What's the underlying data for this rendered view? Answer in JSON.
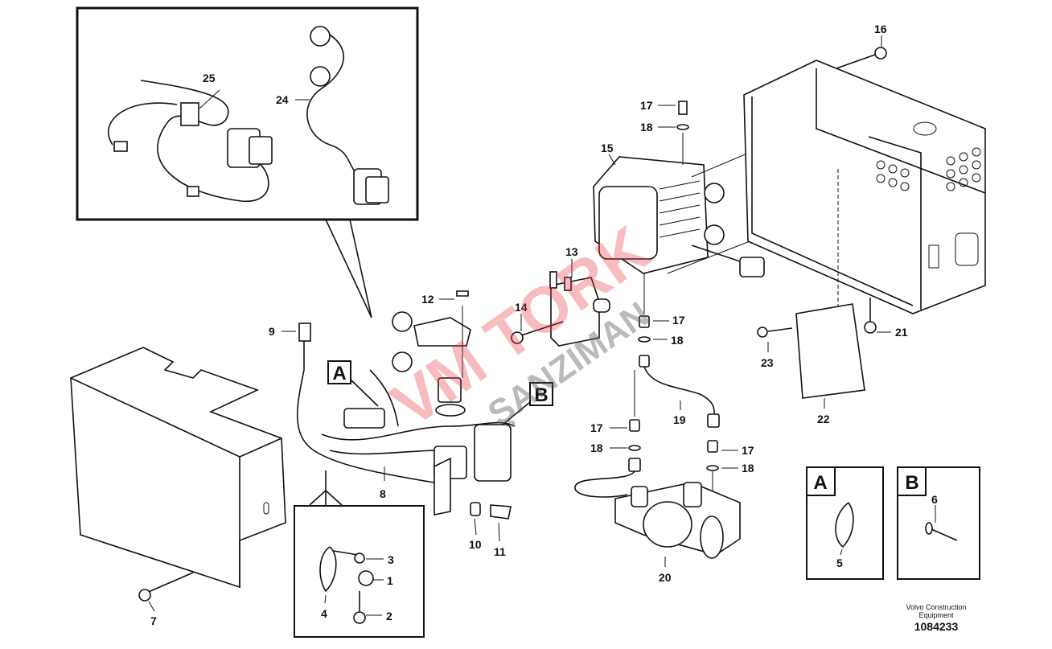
{
  "callouts": {
    "c25": "25",
    "c24": "24",
    "c16": "16",
    "c17a": "17",
    "c18a": "18",
    "c15": "15",
    "c13": "13",
    "c12": "12",
    "c14": "14",
    "c9": "9",
    "c17b": "17",
    "c18b": "18",
    "c23": "23",
    "c21": "21",
    "c22": "22",
    "c19": "19",
    "c17c": "17",
    "c18c": "18",
    "c17d": "17",
    "c18d": "18",
    "c8": "8",
    "c10": "10",
    "c11": "11",
    "c20": "20",
    "c7": "7",
    "c3": "3",
    "c1": "1",
    "c4": "4",
    "c2": "2",
    "c5": "5",
    "c6": "6"
  },
  "detail_refs": {
    "a": "A",
    "b": "B"
  },
  "footer": {
    "maker_line1": "Volvo Construction",
    "maker_line2": "Equipment",
    "drawing_number": "1084233"
  },
  "watermark": {
    "line1": "VM TORK",
    "line2": "ŞANZIMAN"
  }
}
